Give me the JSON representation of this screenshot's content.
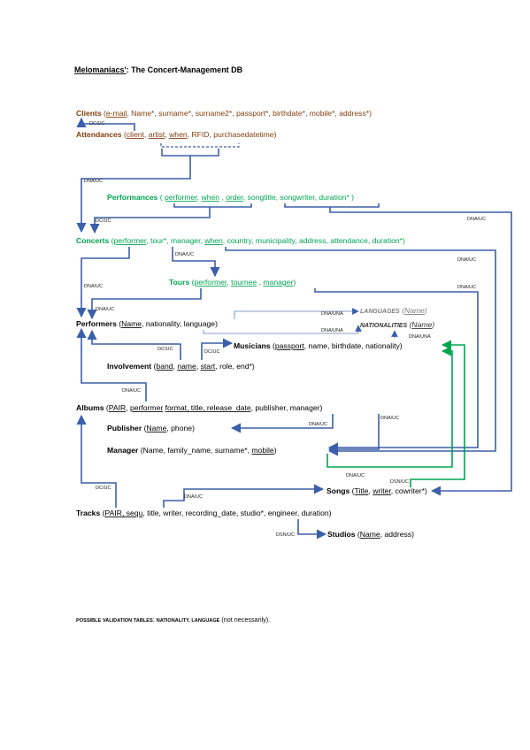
{
  "title": {
    "brand": "Melomaniacs'",
    "rest": ": The Concert-Management DB"
  },
  "colors": {
    "clients": "#843c0c",
    "performances": "#00a550",
    "edges": "#3b5fa9",
    "green_edges": "#00a550"
  },
  "entities": {
    "clients": {
      "name": "Clients",
      "attrs": [
        "e-mail",
        "Name*",
        "surname*",
        "surname2*",
        "passport*",
        "birthdate*",
        "mobile*",
        "address*"
      ]
    },
    "attendances": {
      "name": "Attendances",
      "attrs": [
        "client",
        "artist",
        "when",
        "RFID",
        "purchasedatetime"
      ]
    },
    "performances": {
      "name": "Performances",
      "attrs": [
        "performer",
        "when",
        "order",
        "songtitle",
        "songwriter",
        "duration*"
      ]
    },
    "concerts": {
      "name": "Concerts",
      "attrs": [
        "performer",
        "tour*",
        "manager",
        "when",
        "country",
        "municipality",
        "address",
        "attendance",
        "duration*"
      ]
    },
    "tours": {
      "name": "Tours",
      "attrs": [
        "performer",
        "tournee",
        "manager"
      ]
    },
    "performers": {
      "name": "Performers",
      "attrs": [
        "Name",
        "nationality",
        "language"
      ]
    },
    "languages": {
      "name": "Languages",
      "attrs": [
        "Name"
      ]
    },
    "nationalities": {
      "name": "Nationalities",
      "attrs": [
        "Name"
      ]
    },
    "musicians": {
      "name": "Musicians",
      "attrs": [
        "passport",
        "name",
        "birthdate",
        "nationality"
      ]
    },
    "involvement": {
      "name": "Involvement",
      "attrs": [
        "band",
        "name",
        "start",
        "role",
        "end*"
      ]
    },
    "albums": {
      "name": "Albums",
      "attrs": [
        "PAIR",
        "performer",
        "format",
        "title",
        "release_date",
        "publisher",
        "manager"
      ]
    },
    "publisher": {
      "name": "Publisher",
      "attrs": [
        "Name",
        "phone"
      ]
    },
    "manager": {
      "name": "Manager",
      "attrs": [
        "Name",
        "family_name",
        "surname*",
        "mobile"
      ]
    },
    "songs": {
      "name": "Songs",
      "attrs": [
        "Title",
        "writer",
        "cowriter*"
      ]
    },
    "tracks": {
      "name": "Tracks",
      "attrs": [
        "PAIR",
        "sequ",
        "title",
        "writer",
        "recording_date",
        "studio*",
        "engineer",
        "duration"
      ]
    },
    "studios": {
      "name": "Studios",
      "attrs": [
        "Name",
        "address"
      ]
    }
  },
  "labels": {
    "dc_uc": "DC/UC",
    "dna_uc": "DNA/UC",
    "dna_una": "DNA/UNA",
    "dsn_uc": "DSN/UC"
  },
  "footer": {
    "caps": "possible validation tables",
    "items": "nationality, language",
    "note": "(not necessarily)."
  }
}
